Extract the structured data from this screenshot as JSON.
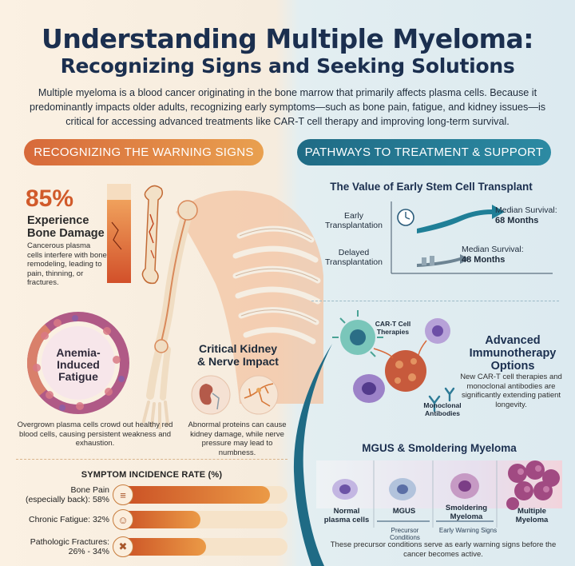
{
  "header": {
    "title_line1": "Understanding Multiple Myeloma:",
    "title_line2": "Recognizing Signs and Seeking Solutions",
    "intro": "Multiple myeloma is a blood cancer originating in the bone marrow that primarily affects plasma cells. Because it predominantly impacts older adults, recognizing early symptoms—such as bone pain, fatigue, and kidney issues—is critical for accessing advanced treatments like CAR-T cell therapy and improving long-term survival."
  },
  "left": {
    "section_title": "RECOGNIZING THE WARNING SIGNS",
    "bone": {
      "stat": "85%",
      "title_line1": "Experience",
      "title_line2": "Bone Damage",
      "desc": "Cancerous plasma cells interfere with bone remodeling, leading to pain, thinning, or fractures."
    },
    "anemia": {
      "label_line1": "Anemia-",
      "label_line2": "Induced",
      "label_line3": "Fatigue",
      "desc": "Overgrown plasma cells crowd out healthy red blood cells, causing persistent weakness and exhaustion."
    },
    "kidney": {
      "title_line1": "Critical Kidney",
      "title_line2": "& Nerve Impact",
      "desc": "Abnormal proteins can cause kidney damage, while nerve pressure may lead to numbness."
    },
    "symptoms": {
      "heading": "SYMPTOM INCIDENCE RATE (%)",
      "rows": [
        {
          "label_line1": "Bone Pain",
          "label_line2": "(especially back): 58%",
          "value": 58,
          "icon": "spine-icon"
        },
        {
          "label_line1": "Chronic Fatigue: 32%",
          "label_line2": "",
          "value": 32,
          "icon": "fatigue-icon"
        },
        {
          "label_line1": "Pathologic Fractures:",
          "label_line2": "26% - 34%",
          "value": 34,
          "icon": "fracture-icon"
        }
      ]
    }
  },
  "right": {
    "section_title": "PATHWAYS TO TREATMENT & SUPPORT",
    "stem": {
      "title": "The Value of Early Stem Cell Transplant",
      "early_line1": "Early",
      "early_line2": "Transplantation",
      "early_surv_label": "Median Survival:",
      "early_surv_value": "68 Months",
      "delayed_line1": "Delayed",
      "delayed_line2": "Transplantation",
      "delayed_surv_label": "Median Survival:",
      "delayed_surv_value": "48 Months"
    },
    "immuno": {
      "cart_label_line1": "CAR-T Cell",
      "cart_label_line2": "Therapies",
      "mab_label_line1": "Monoclonal",
      "mab_label_line2": "Antibodies",
      "title_line1": "Advanced",
      "title_line2": "Immunotherapy",
      "title_line3": "Options",
      "desc": "New CAR-T cell therapies and monoclonal antibodies are significantly extending patient longevity."
    },
    "mgus": {
      "title": "MGUS & Smoldering Myeloma",
      "stages": [
        {
          "line1": "Normal",
          "line2": "plasma cells"
        },
        {
          "line1": "MGUS",
          "line2": ""
        },
        {
          "line1": "Smoldering",
          "line2": "Myeloma"
        },
        {
          "line1": "Multiple",
          "line2": "Myeloma"
        }
      ],
      "precursor_label": "Precursor Conditions",
      "warning_label": "Early Warning Signs",
      "footer": "These precursor conditions serve as early warning signs before the cancer becomes active."
    }
  },
  "colors": {
    "accent_orange": "#d7693a",
    "accent_teal": "#1f6b85",
    "title_navy": "#1b2f4f"
  }
}
